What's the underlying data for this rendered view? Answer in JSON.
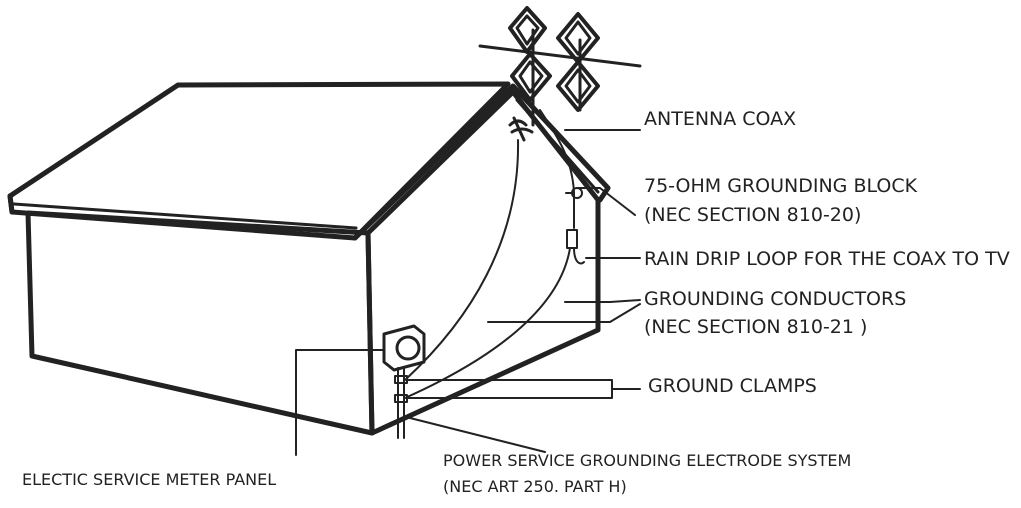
{
  "colors": {
    "ink": "#222222",
    "background": "#ffffff"
  },
  "labels": {
    "antenna_coax": "ANTENNA COAX",
    "grounding_block_1": "75-OHM GROUNDING BLOCK",
    "grounding_block_2": "(NEC SECTION 810-20)",
    "rain_drip_loop": "RAIN DRIP LOOP FOR THE COAX TO TV",
    "grounding_conductors_1": "GROUNDING CONDUCTORS",
    "grounding_conductors_2": "(NEC SECTION 810-21 )",
    "ground_clamps": "GROUND CLAMPS",
    "power_service_1": "POWER SERVICE GROUNDING ELECTRODE SYSTEM",
    "power_service_2": "(NEC ART 250. PART H)",
    "meter_panel": "ELECTIC SERVICE METER PANEL"
  },
  "icons": {
    "antenna": "antenna-icon",
    "house": "house-icon",
    "meter": "meter-icon"
  }
}
